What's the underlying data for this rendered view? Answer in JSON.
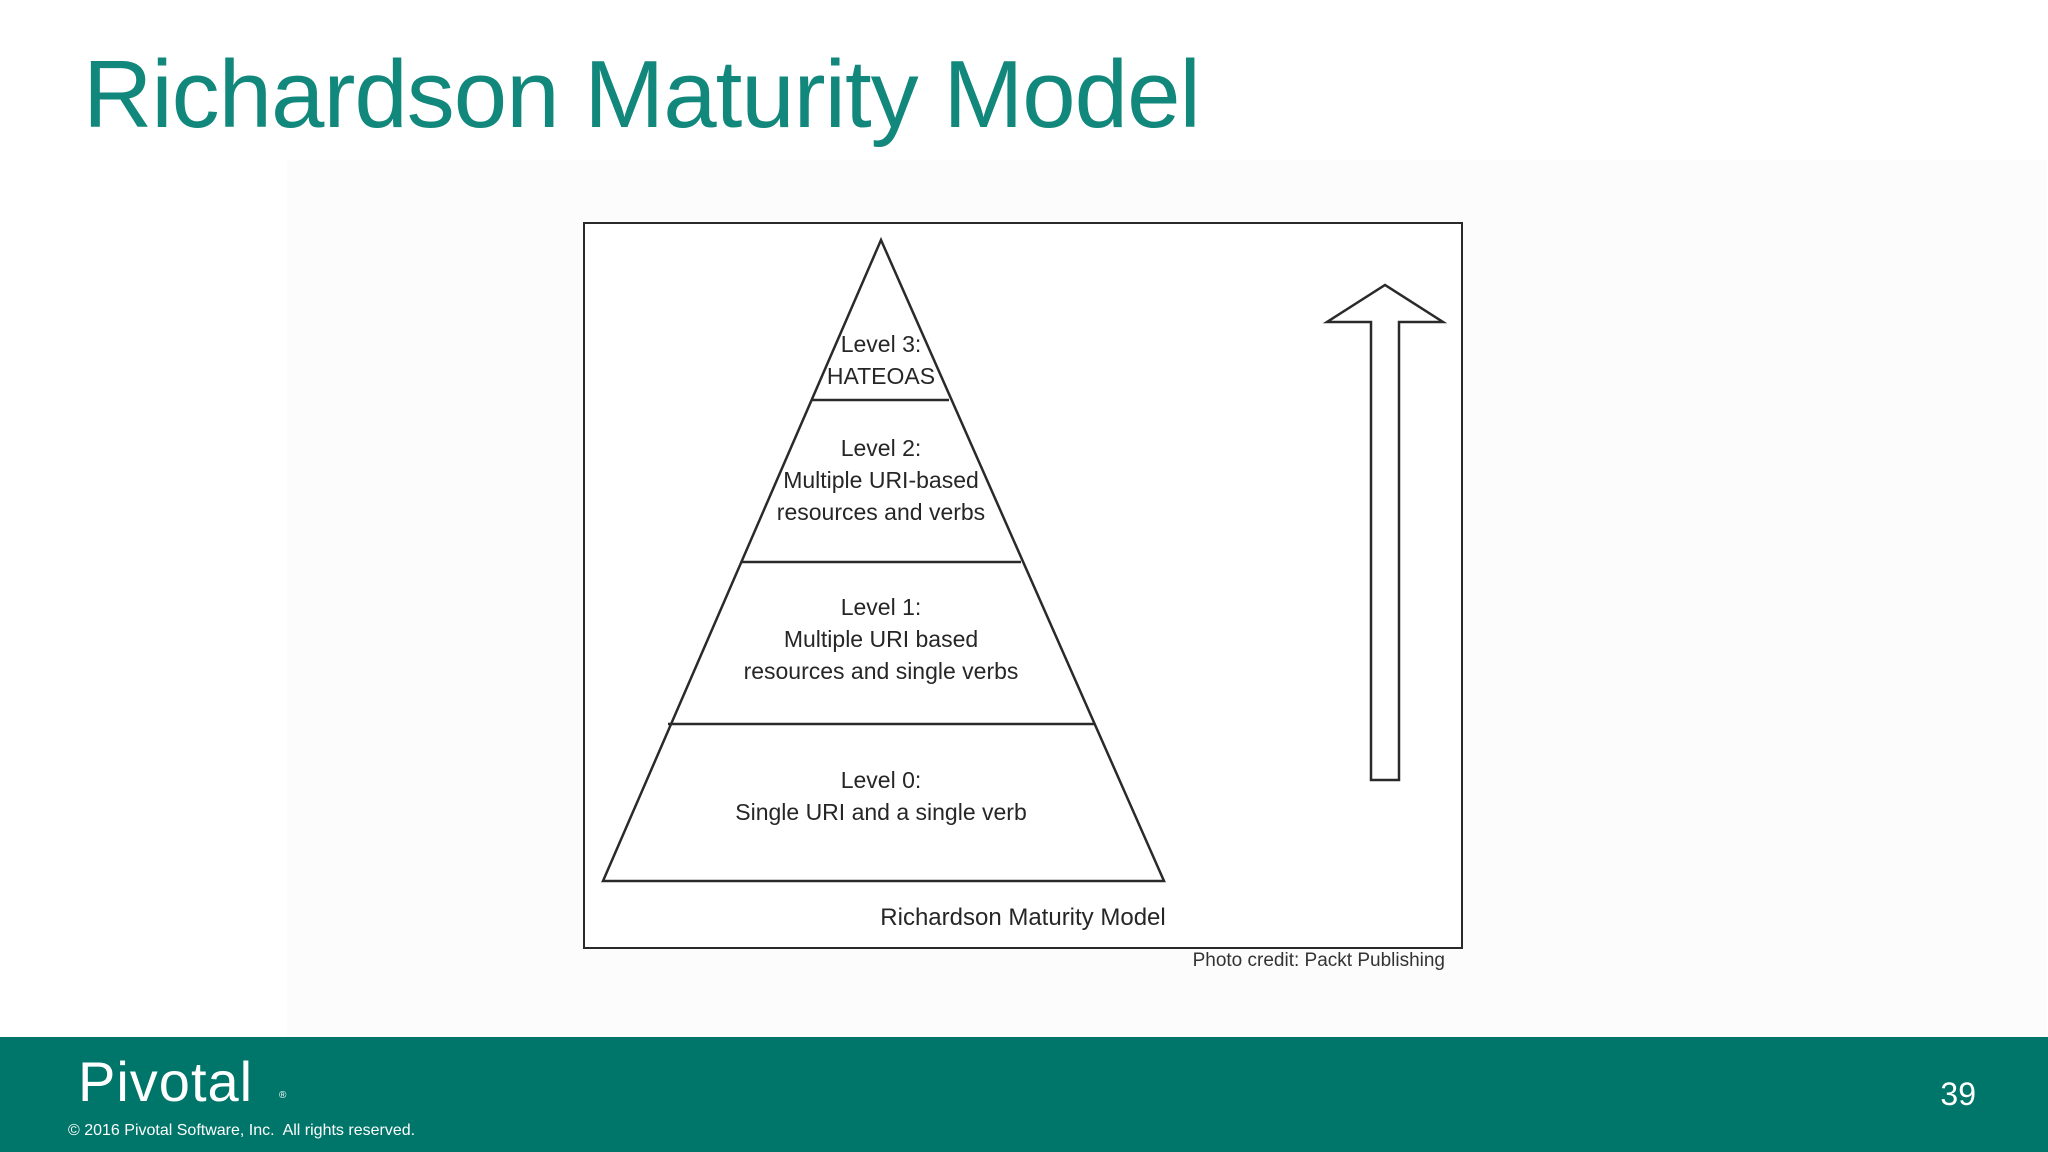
{
  "slide": {
    "title": "Richardson Maturity Model",
    "page_number": "39"
  },
  "diagram": {
    "levels": [
      {
        "id": "level3",
        "line1": "Level 3:",
        "line2": "HATEOAS",
        "line3": ""
      },
      {
        "id": "level2",
        "line1": "Level 2:",
        "line2": "Multiple URI-based",
        "line3": "resources and verbs"
      },
      {
        "id": "level1",
        "line1": "Level 1:",
        "line2": "Multiple URI based",
        "line3": "resources and single verbs"
      },
      {
        "id": "level0",
        "line1": "Level 0:",
        "line2": "Single URI and a single verb",
        "line3": ""
      }
    ],
    "caption": "Richardson Maturity Model",
    "credit": "Photo credit: Packt Publishing"
  },
  "footer": {
    "logo_text": "Pivotal",
    "logo_mark": "®",
    "copyright": "© 2016 Pivotal Software, Inc.  All rights reserved."
  },
  "colors": {
    "title": "#12877b",
    "footer_bg": "#00766a",
    "diagram_line": "#2a2a2a"
  },
  "icons": {
    "pyramid": "pyramid-diagram-icon",
    "arrow": "up-arrow-icon"
  }
}
